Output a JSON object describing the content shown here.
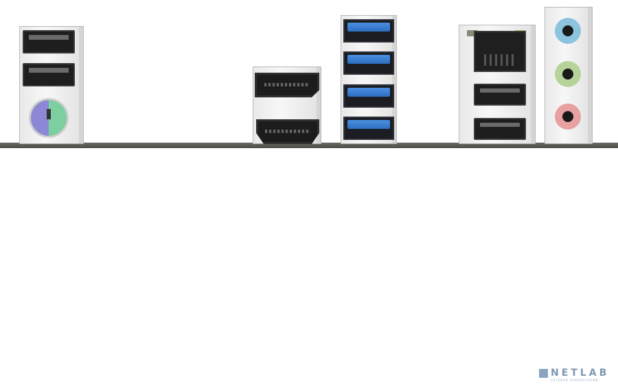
{
  "photo": {
    "subject": "motherboard-rear-io-panel",
    "colors": {
      "audio_line_in": "#8cc4e0",
      "audio_line_out": "#b6d49a",
      "audio_mic": "#e8a0a0",
      "usb3_blue": "#2d6fc0",
      "ps2_mouse": "#7ccf9e",
      "ps2_keyboard": "#8d88d6"
    }
  },
  "watermark": {
    "brand": "NETLAB",
    "tagline": "СЕТЕВАЯ ЛАБОРАТОРИЯ"
  }
}
